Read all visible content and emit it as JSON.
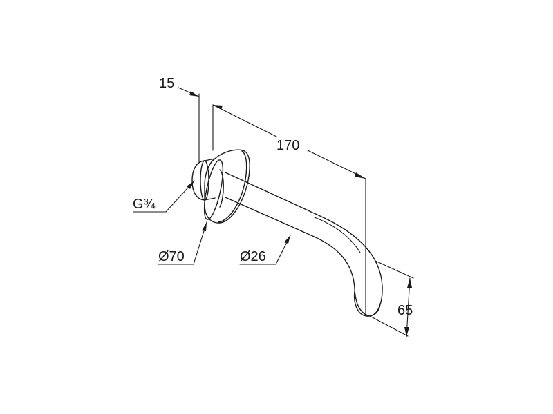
{
  "dimensions": {
    "flange_offset": "15",
    "spout_length": "170",
    "thread_size": "G¾",
    "flange_diameter": "Ø70",
    "pipe_diameter": "Ø26",
    "outlet_height": "65"
  },
  "colors": {
    "stroke": "#1a1a1a",
    "background": "#ffffff"
  }
}
